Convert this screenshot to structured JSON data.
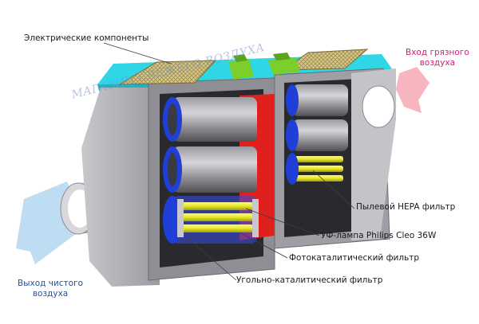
{
  "labels": {
    "electrical": "Электрические компоненты",
    "inlet": "Вход грязного\nвоздуха",
    "outlet": "Выход чистого\nвоздуха",
    "hepa": "Пылевой HEPA фильтр",
    "uv": "УФ-лампа Philips Cleo 36W",
    "photo": "Фотокаталитический фильтр",
    "carbon": "Угольно-каталитический фильтр"
  },
  "watermark": "МАГАЗИН СВЕЖЕГО ВОЗДУХА",
  "colors": {
    "inlet_arrow": "#f4a8b4",
    "outlet_arrow": "#a8d0ee",
    "cyan_top": "#2fd6e6",
    "blue_frame": "#1f3fd8",
    "red_panel": "#e0201c",
    "green_part": "#7ccf2a",
    "uv_lamp": "#e8e820"
  }
}
